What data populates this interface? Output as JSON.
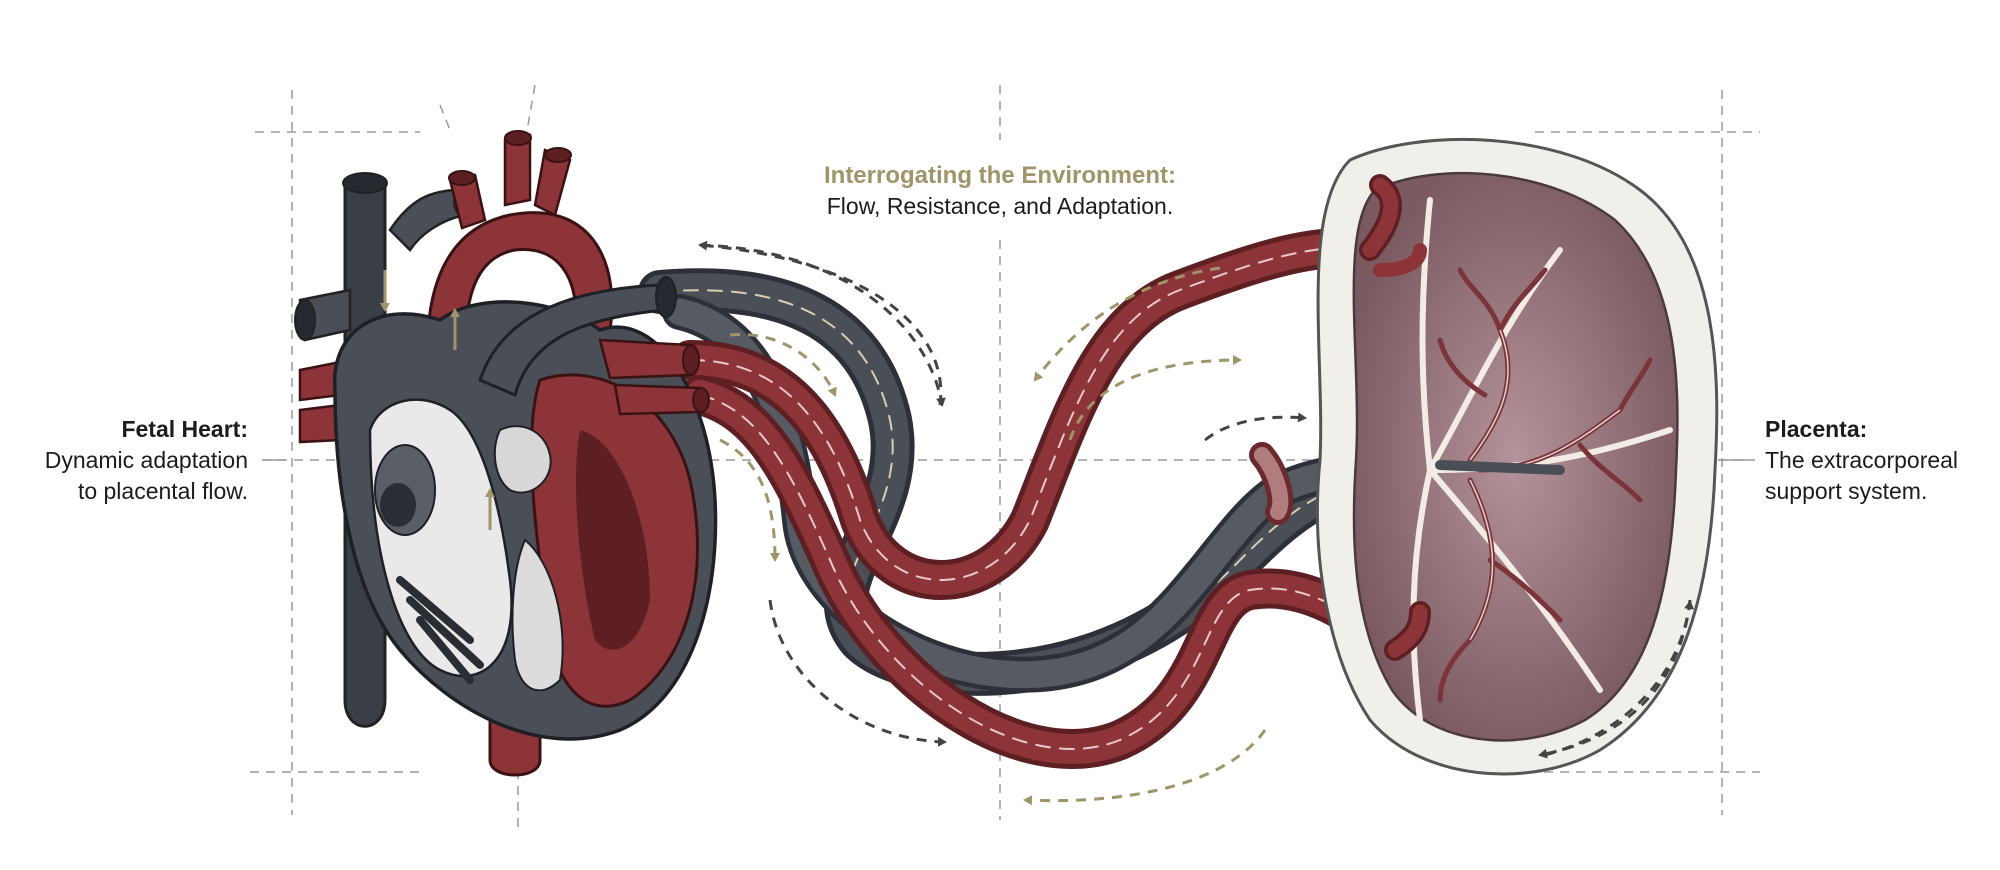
{
  "title": {
    "heading": "Interrogating the Environment:",
    "subtitle": "Flow, Resistance, and Adaptation."
  },
  "left_label": {
    "heading": "Fetal Heart:",
    "line1": "Dynamic adaptation",
    "line2": "to placental flow."
  },
  "right_label": {
    "heading": "Placenta:",
    "line1": "The extracorporeal",
    "line2": "support system."
  },
  "colors": {
    "artery_red": "#8c3438",
    "artery_dark": "#5e1f22",
    "vein_gray": "#4a4e57",
    "vein_dark": "#2d3038",
    "arrow_tan": "#a0946a",
    "arrow_dark": "#444444",
    "guide_gray": "#9a9a9a",
    "placenta_tissue": "#8e6a70"
  },
  "icons": [
    "fetal-heart-icon",
    "umbilical-cord-icon",
    "placenta-icon",
    "flow-arrow-icon"
  ]
}
